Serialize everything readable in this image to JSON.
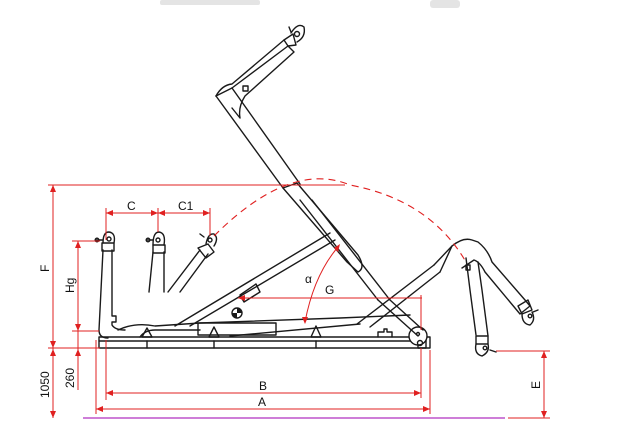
{
  "diagram": {
    "type": "technical-drawing",
    "subject": "hook-lift loader arm positions (side elevation)",
    "colors": {
      "outline": "#1a1a1a",
      "dimension": "#e02020",
      "ground_line": "#b030c0",
      "background": "#ffffff"
    },
    "dimension_labels": {
      "A": "A",
      "B": "B",
      "C": "C",
      "C1": "C1",
      "E": "E",
      "F": "F",
      "G": "G",
      "Hg": "Hg",
      "alpha": "α",
      "h260": "260",
      "h1050": "1050"
    },
    "arm_positions": [
      {
        "name": "retracted-position-1"
      },
      {
        "name": "retracted-position-2"
      },
      {
        "name": "tilted-position"
      },
      {
        "name": "raised-position"
      },
      {
        "name": "rear-unloading-position"
      }
    ]
  }
}
